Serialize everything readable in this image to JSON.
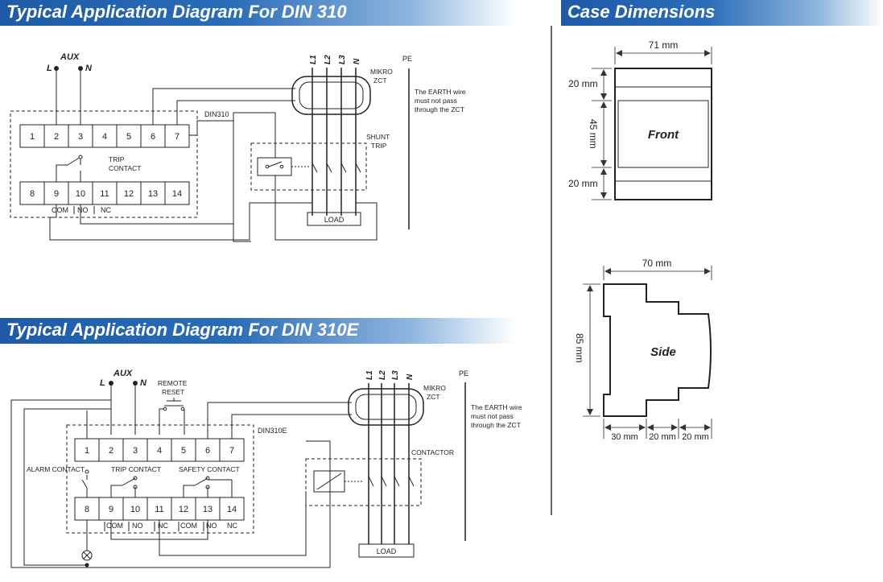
{
  "banners": {
    "din310": "Typical Application Diagram For DIN 310",
    "din310e": "Typical Application Diagram For DIN 310E",
    "case": "Case Dimensions"
  },
  "d1": {
    "aux": "AUX",
    "l": "L",
    "n": "N",
    "terminals_top": [
      "1",
      "2",
      "3",
      "4",
      "5",
      "6",
      "7"
    ],
    "terminals_bottom": [
      "8",
      "9",
      "10",
      "11",
      "12",
      "13",
      "14"
    ],
    "device": "DIN310",
    "trip_contact": [
      "TRIP",
      "CONTACT"
    ],
    "contact_labels": [
      "COM",
      "NO",
      "NC"
    ],
    "phases": [
      "L1",
      "L2",
      "L3",
      "N"
    ],
    "zct": [
      "MIKRO",
      "ZCT"
    ],
    "pe": "PE",
    "earth_note": [
      "The EARTH wire",
      "must not pass",
      "through the ZCT"
    ],
    "shunt": [
      "SHUNT",
      "TRIP"
    ],
    "load": "LOAD"
  },
  "d2": {
    "aux": "AUX",
    "l": "L",
    "n": "N",
    "remote_reset": [
      "REMOTE",
      "RESET"
    ],
    "terminals_top": [
      "1",
      "2",
      "3",
      "4",
      "5",
      "6",
      "7"
    ],
    "terminals_bottom": [
      "8",
      "9",
      "10",
      "11",
      "12",
      "13",
      "14"
    ],
    "device": "DIN310E",
    "alarm_contact": "ALARM CONTACT",
    "trip_contact": "TRIP CONTACT",
    "safety_contact": "SAFETY CONTACT",
    "bottom_labels": [
      "COM",
      "NO",
      "NC",
      "COM",
      "NO",
      "NC"
    ],
    "phases": [
      "L1",
      "L2",
      "L3",
      "N"
    ],
    "zct": [
      "MIKRO",
      "ZCT"
    ],
    "pe": "PE",
    "earth_note": [
      "The EARTH wire",
      "must not pass",
      "through the ZCT"
    ],
    "contactor": "CONTACTOR",
    "load": "LOAD"
  },
  "case": {
    "front_width": "71 mm",
    "front_top": "20 mm",
    "front_mid": "45 mm",
    "front_bottom": "20 mm",
    "front_label": "Front",
    "side_width": "70 mm",
    "side_height": "85 mm",
    "side_label": "Side",
    "side_dims": [
      "30 mm",
      "20 mm",
      "20 mm"
    ]
  }
}
